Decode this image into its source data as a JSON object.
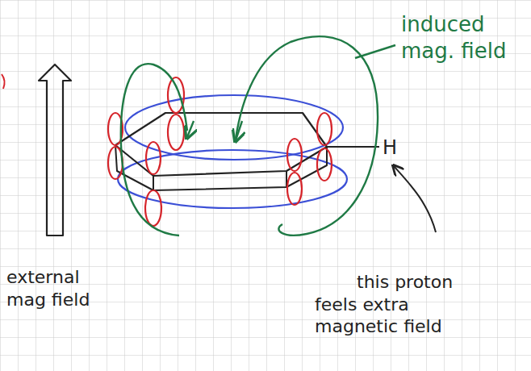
{
  "diagram": {
    "labels": [
      "induced mag. field",
      "external mag field",
      "this proton feels extra magnetic field",
      "H"
    ]
  }
}
